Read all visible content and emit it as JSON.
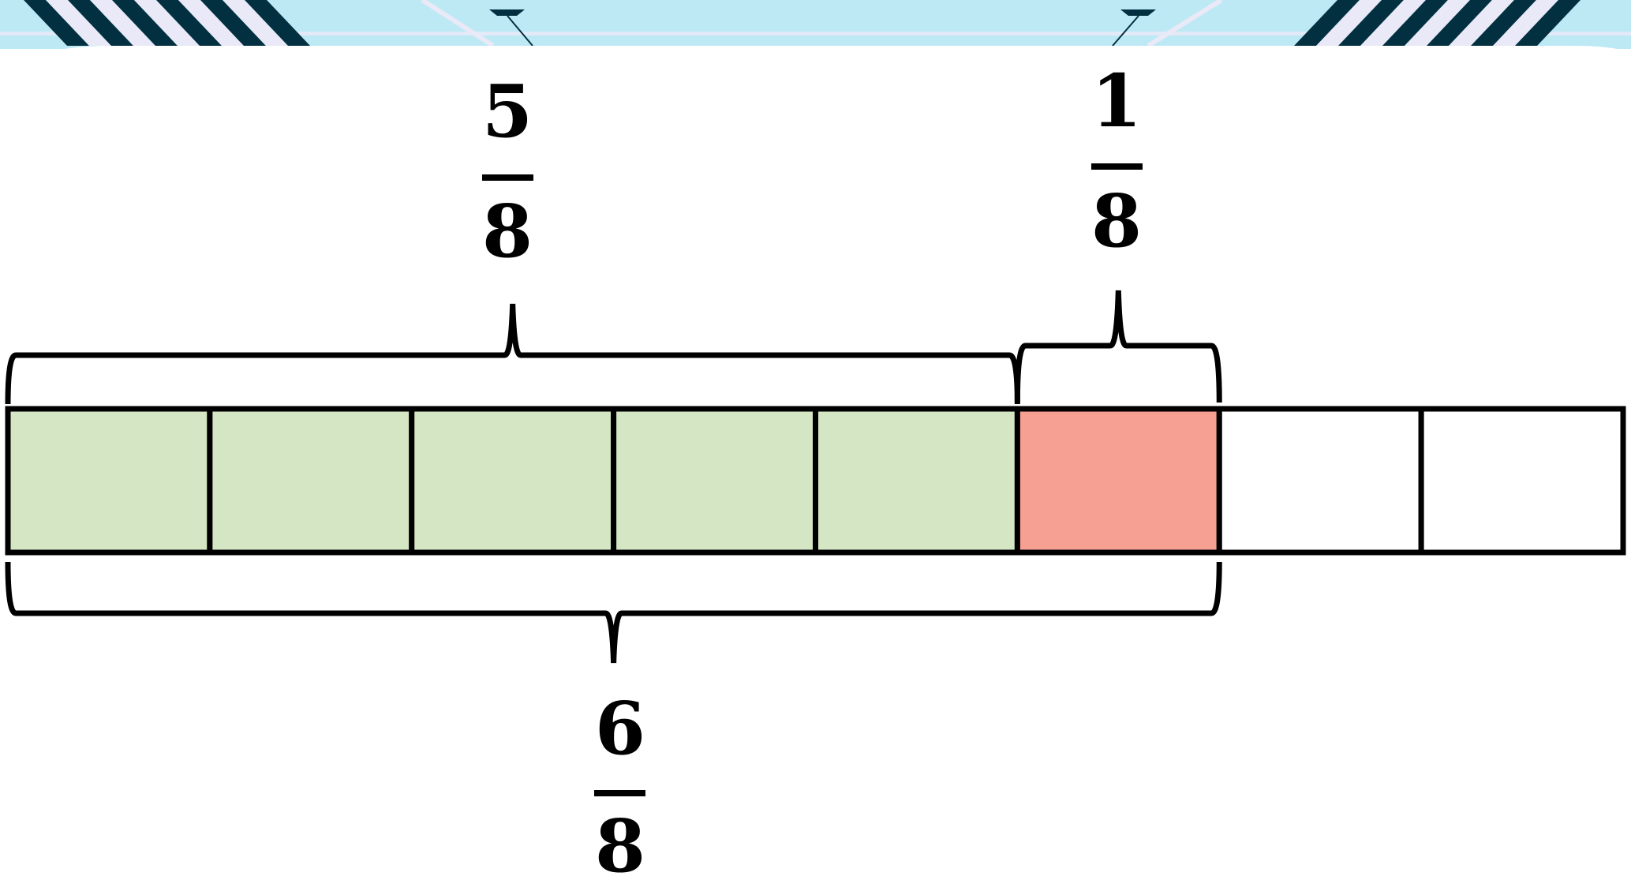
{
  "colors": {
    "banner": "#bde9f5",
    "banner_stripe_dark": "#033040",
    "banner_stripe_light": "#e9e9f7",
    "card": "#ffffff",
    "outline": "#000000",
    "part_green": "#d5e6c4",
    "part_red": "#f5a092",
    "part_empty": "#ffffff"
  },
  "bar": {
    "total_parts": 8,
    "parts": [
      {
        "fill": "green"
      },
      {
        "fill": "green"
      },
      {
        "fill": "green"
      },
      {
        "fill": "green"
      },
      {
        "fill": "green"
      },
      {
        "fill": "red"
      },
      {
        "fill": "empty"
      },
      {
        "fill": "empty"
      }
    ]
  },
  "fractions": {
    "top_left": {
      "numerator": "5",
      "denominator": "8",
      "covers_parts": [
        1,
        5
      ]
    },
    "top_right": {
      "numerator": "1",
      "denominator": "8",
      "covers_parts": [
        6,
        6
      ]
    },
    "bottom": {
      "numerator": "6",
      "denominator": "8",
      "covers_parts": [
        1,
        6
      ]
    }
  }
}
